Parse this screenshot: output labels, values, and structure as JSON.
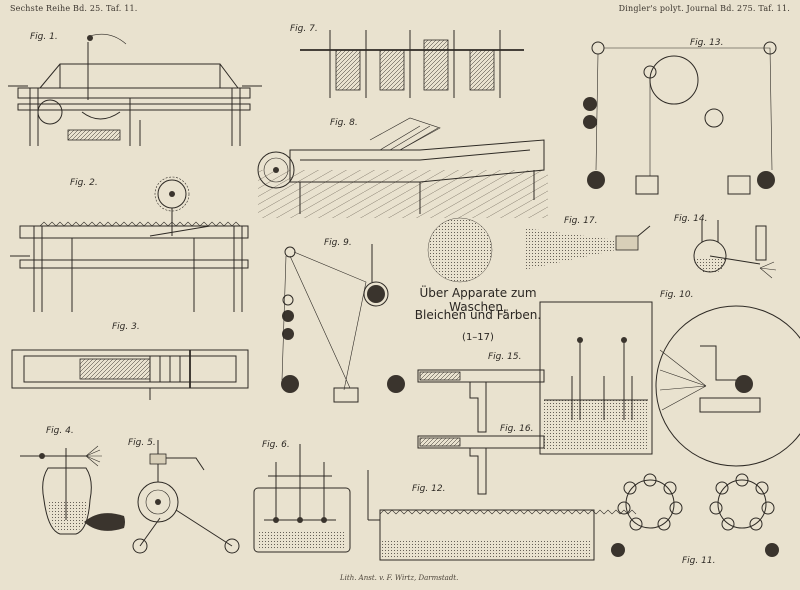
{
  "header": {
    "left": "Sechste Reihe Bd. 25. Taf. 11.",
    "right": "Dingler's polyt. Journal Bd. 275. Taf. 11."
  },
  "title": {
    "line1": "Über Apparate zum Waschen,",
    "line2": "Bleichen und Färben.",
    "line3": "(1–17)"
  },
  "figures": [
    "Fig. 1.",
    "Fig. 2.",
    "Fig. 3.",
    "Fig. 4.",
    "Fig. 5.",
    "Fig. 6.",
    "Fig. 7.",
    "Fig. 8.",
    "Fig. 9.",
    "Fig. 10.",
    "Fig. 11.",
    "Fig. 12.",
    "Fig. 13.",
    "Fig. 14.",
    "Fig. 15.",
    "Fig. 16.",
    "Fig. 17."
  ],
  "imprint": "Lith. Anst. v. F. Wirtz, Darmstadt."
}
